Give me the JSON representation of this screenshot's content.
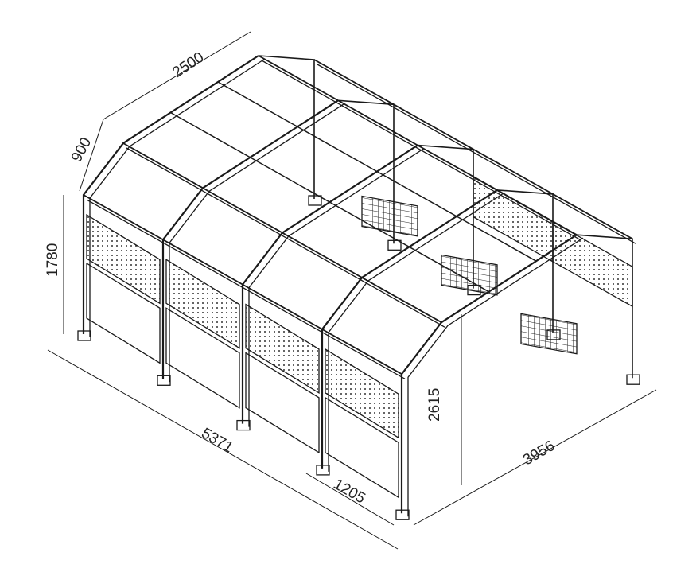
{
  "diagram": {
    "kind": "isometric line drawing of a shelter frame",
    "dimensions": {
      "roof_width": "2500",
      "roof_slope": "900",
      "eave_height": "1780",
      "length": "5371",
      "bay_width": "1205",
      "ridge_height": "2615",
      "depth": "3956"
    },
    "frame_count": 5,
    "colors": {
      "line": "#1a1a1a",
      "background": "#ffffff"
    }
  }
}
